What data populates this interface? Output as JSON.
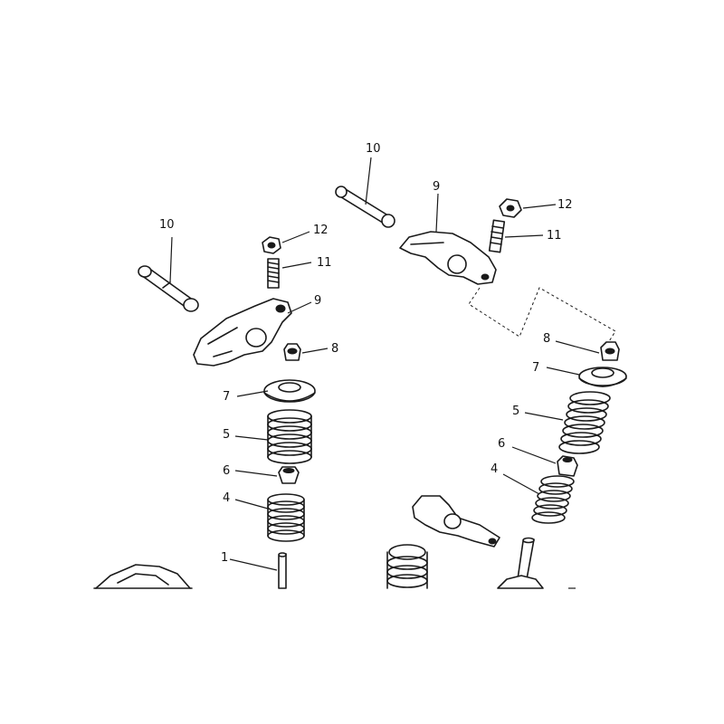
{
  "callouts": {
    "left": {
      "pin": "10",
      "nut": "12",
      "screw": "11",
      "rocker_arm": "9",
      "cap": "8",
      "retainer": "7",
      "outer_spring": "5",
      "seat": "6",
      "inner_spring": "4",
      "valve": "1"
    },
    "right": {
      "pin": "10",
      "rocker_arm": "9",
      "nut": "12",
      "screw": "11",
      "cap": "8",
      "retainer": "7",
      "outer_spring": "5",
      "seat": "6",
      "inner_spring": "4"
    }
  }
}
